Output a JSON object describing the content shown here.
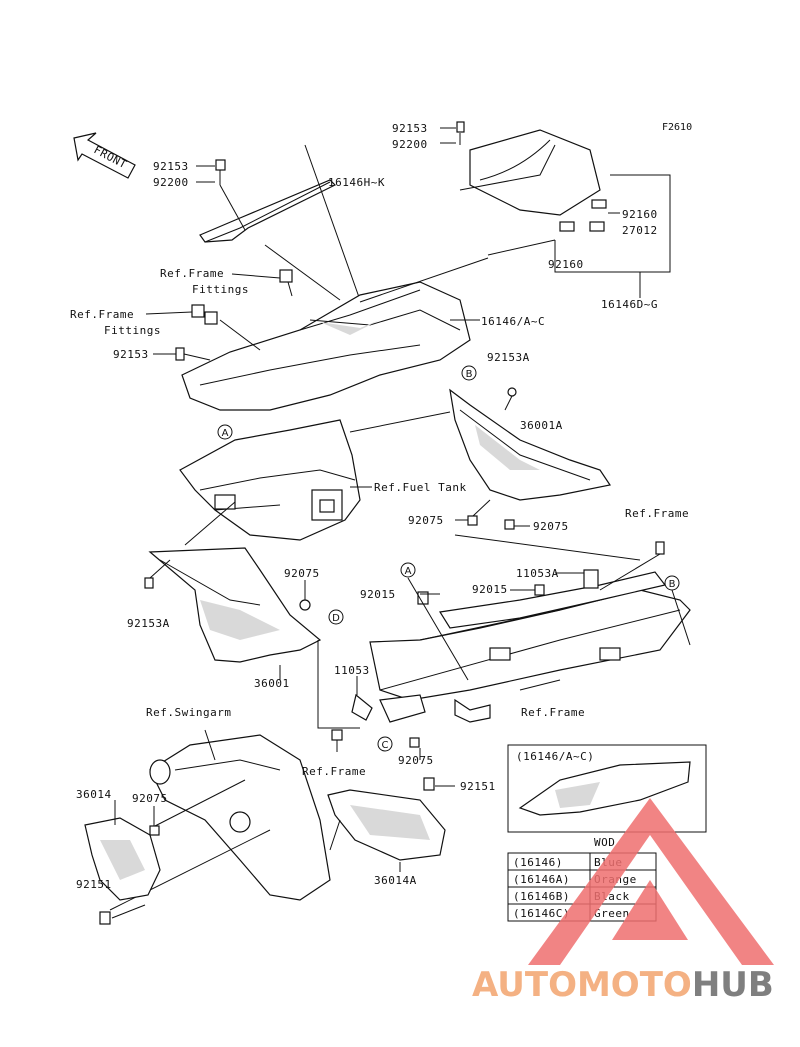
{
  "figure_code": "F2610",
  "front_marker": "FRONT",
  "labels": {
    "l1": "92153",
    "l2": "92200",
    "l3": "92153",
    "l4": "92200",
    "l5": "16146H~K",
    "l6": "92160",
    "l7": "27012",
    "l8": "92160",
    "l9": "16146D~G",
    "l10": "Ref.Frame",
    "l11": "Fittings",
    "l12": "Ref.Frame",
    "l13": "Fittings",
    "l14": "16146/A~C",
    "l15": "92153",
    "l16": "92153A",
    "l17": "36001A",
    "l18": "Ref.Fuel Tank",
    "l19": "92075",
    "l20": "92075",
    "l21": "Ref.Frame",
    "l22": "92153A",
    "l23": "92075",
    "l24": "11053A",
    "l25": "92015",
    "l26": "92015",
    "l27": "36001",
    "l28": "11053",
    "l29": "Ref.Frame",
    "l30": "Ref.Swingarm",
    "l31": "Ref.Frame",
    "l32": "92075",
    "l33": "92151",
    "l34": "36014",
    "l35": "92075",
    "l36": "36014A",
    "l37": "92151"
  },
  "callouts": {
    "a": "A",
    "b": "B",
    "c": "C",
    "d": "D"
  },
  "inset": {
    "title": "(16146/A~C)",
    "table_header": "WOD",
    "rows": [
      {
        "code": "(16146)",
        "color": "Blue"
      },
      {
        "code": "(16146A)",
        "color": "Orange"
      },
      {
        "code": "(16146B)",
        "color": "Black"
      },
      {
        "code": "(16146C)",
        "color": "Green"
      }
    ]
  },
  "watermark": {
    "part1": "AUTOMOTO",
    "part2": "HUB"
  },
  "colors": {
    "wm_orange": "#f4b183",
    "wm_red": "#ef6f6f",
    "wm_grey": "#7f7f7f"
  }
}
